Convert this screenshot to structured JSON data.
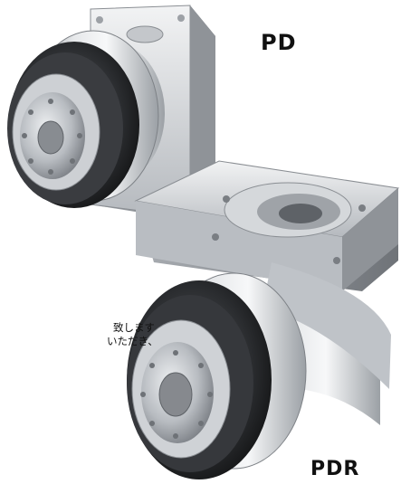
{
  "labels": {
    "pd": "PD",
    "pdr": "PDR"
  },
  "partial_text": {
    "line1": "致します。",
    "line2": "いただき、"
  },
  "colors": {
    "background": "#ffffff",
    "label": "#111111",
    "flange_dark": "#2b2b2b",
    "housing_silver": "#c9ccd0",
    "shaft_hub": "#aeb2b7"
  },
  "images": {
    "pd_gearbox": "precision planetary gearbox, inline",
    "pdr_gearbox": "precision planetary gearbox, right-angle"
  }
}
